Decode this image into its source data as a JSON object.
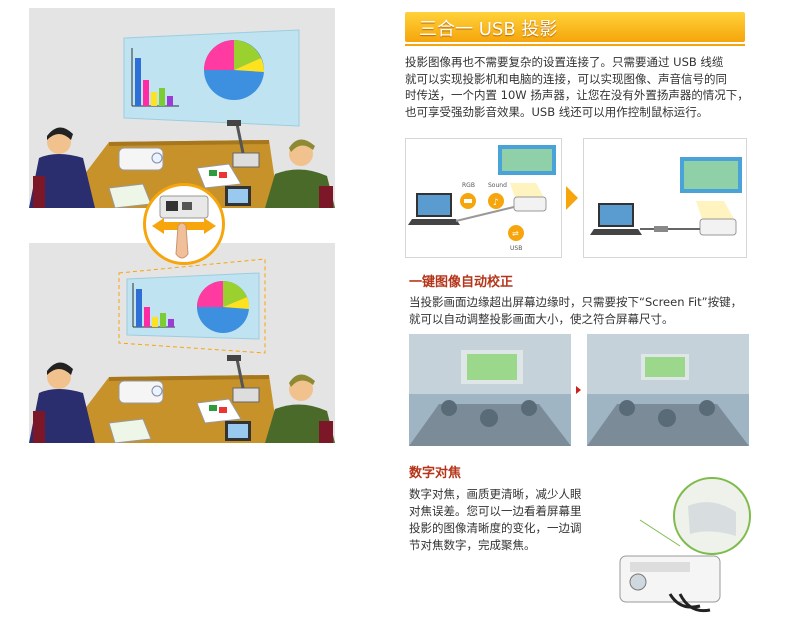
{
  "section1": {
    "title": "三合一 USB 投影",
    "lines": [
      "投影图像再也不需要复杂的设置连接了。只需要通过 USB 线缆",
      "就可以实现投影机和电脑的连接，可以实现图像、声音信号的同",
      "时传送，一个内置 10W 扬声器，让您在没有外置扬声器的情况下，",
      "也可享受强劲影音效果。USB 线还可以用作控制鼠标运行。"
    ],
    "diagram": {
      "rgb": "RGB",
      "sound": "Sound",
      "usb": "USB"
    }
  },
  "section2": {
    "title": "一键图像自动校正",
    "lines": [
      "当投影画面边缘超出屏幕边缘时，只需要按下“Screen Fit”按键，",
      "就可以自动调整投影画面大小，使之符合屏幕尺寸。"
    ]
  },
  "section3": {
    "title": "数字对焦",
    "lines": [
      "数字对焦，画质更清晰，减少人眼",
      "对焦误差。您可以一边看着屏幕里",
      "投影的图像清晰度的变化，一边调",
      "节对焦数字，完成聚焦。"
    ]
  },
  "colors": {
    "accent": "#f6a50c",
    "heading": "#b5351a"
  }
}
